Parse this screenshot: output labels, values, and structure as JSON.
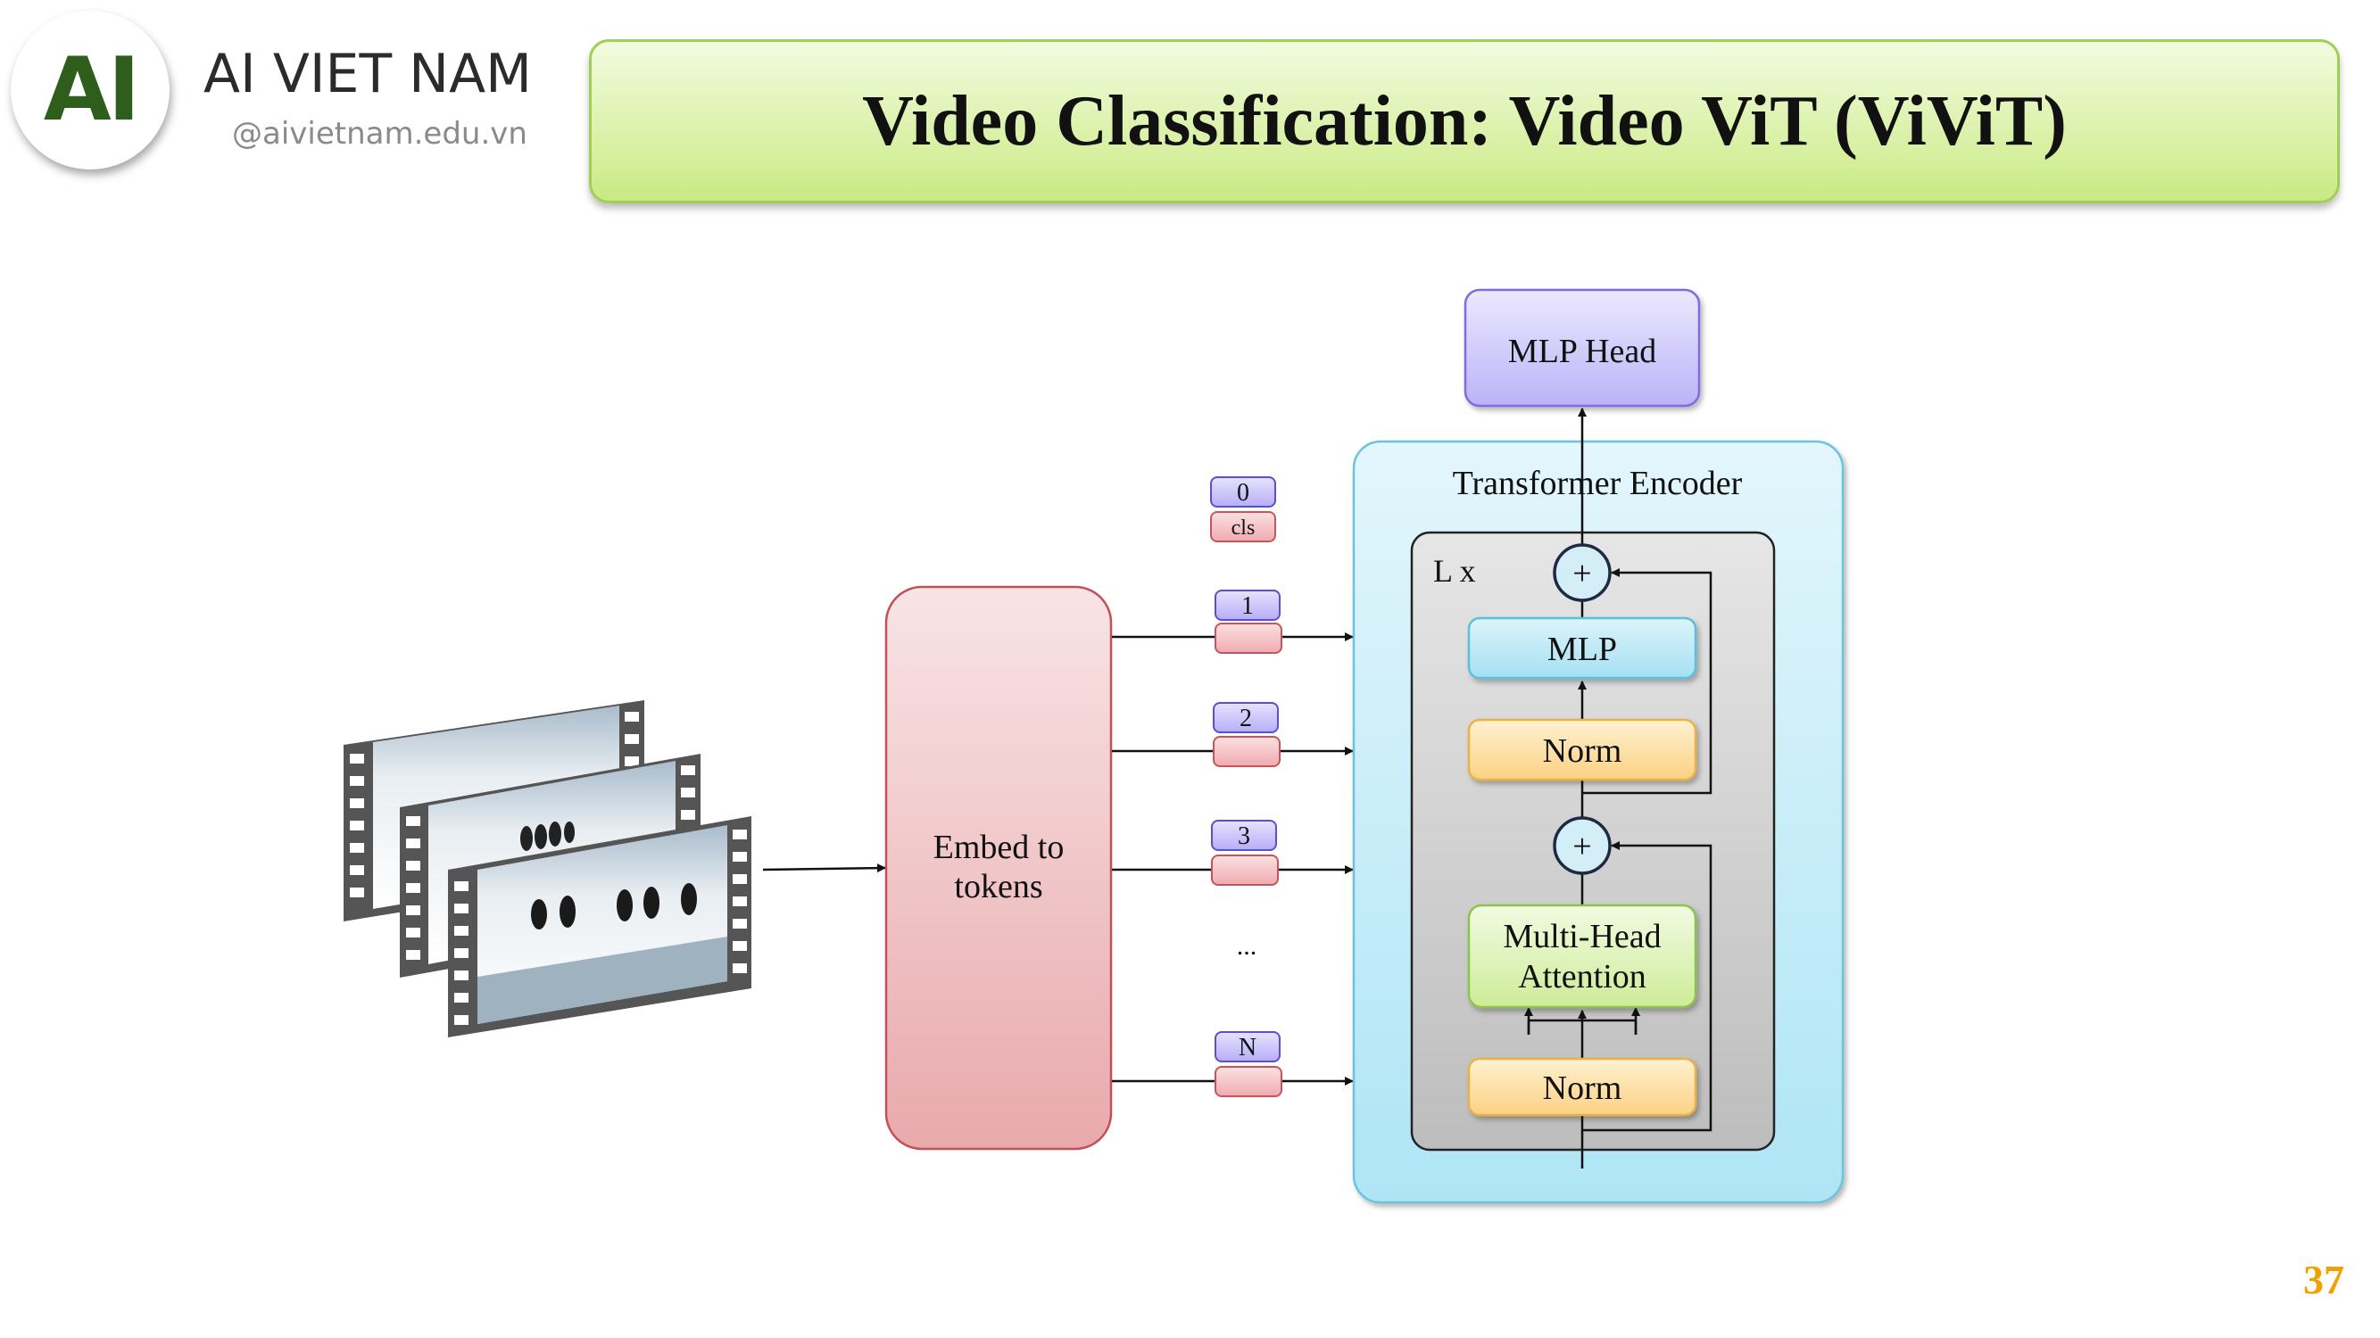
{
  "logo": {
    "mark": "AI",
    "brand_name": "AI VIET NAM",
    "brand_url": "@aivietnam.edu.vn"
  },
  "title": "Video Classification: Video ViT (ViViT)",
  "page_number": "37",
  "diagram": {
    "embed_block": "Embed to tokens",
    "position_tokens": [
      {
        "index": "0",
        "token": "cls"
      },
      {
        "index": "1",
        "token": ""
      },
      {
        "index": "2",
        "token": ""
      },
      {
        "index": "3",
        "token": ""
      },
      {
        "index": "N",
        "token": ""
      }
    ],
    "ellipsis": "...",
    "encoder_title": "Transformer Encoder",
    "repeat_label": "L x",
    "mlp": "MLP",
    "norm_upper": "Norm",
    "attention": "Multi-Head Attention",
    "norm_lower": "Norm",
    "mlp_head": "MLP Head",
    "plus_symbol": "+"
  },
  "colors": {
    "title_banner": "#ddf2ad",
    "embed_block": "#f2c4c6",
    "position_box": "#c9c3f7",
    "token_box": "#f3c2c5",
    "encoder_panel": "#d4f1fb",
    "layer_panel": "#d0d0d0",
    "mlp_box": "#bfeaf7",
    "norm_box": "#fde1a4",
    "attention_box": "#dff4b8",
    "mlp_head_box": "#cfc8fb",
    "page_number": "#f0a000"
  }
}
